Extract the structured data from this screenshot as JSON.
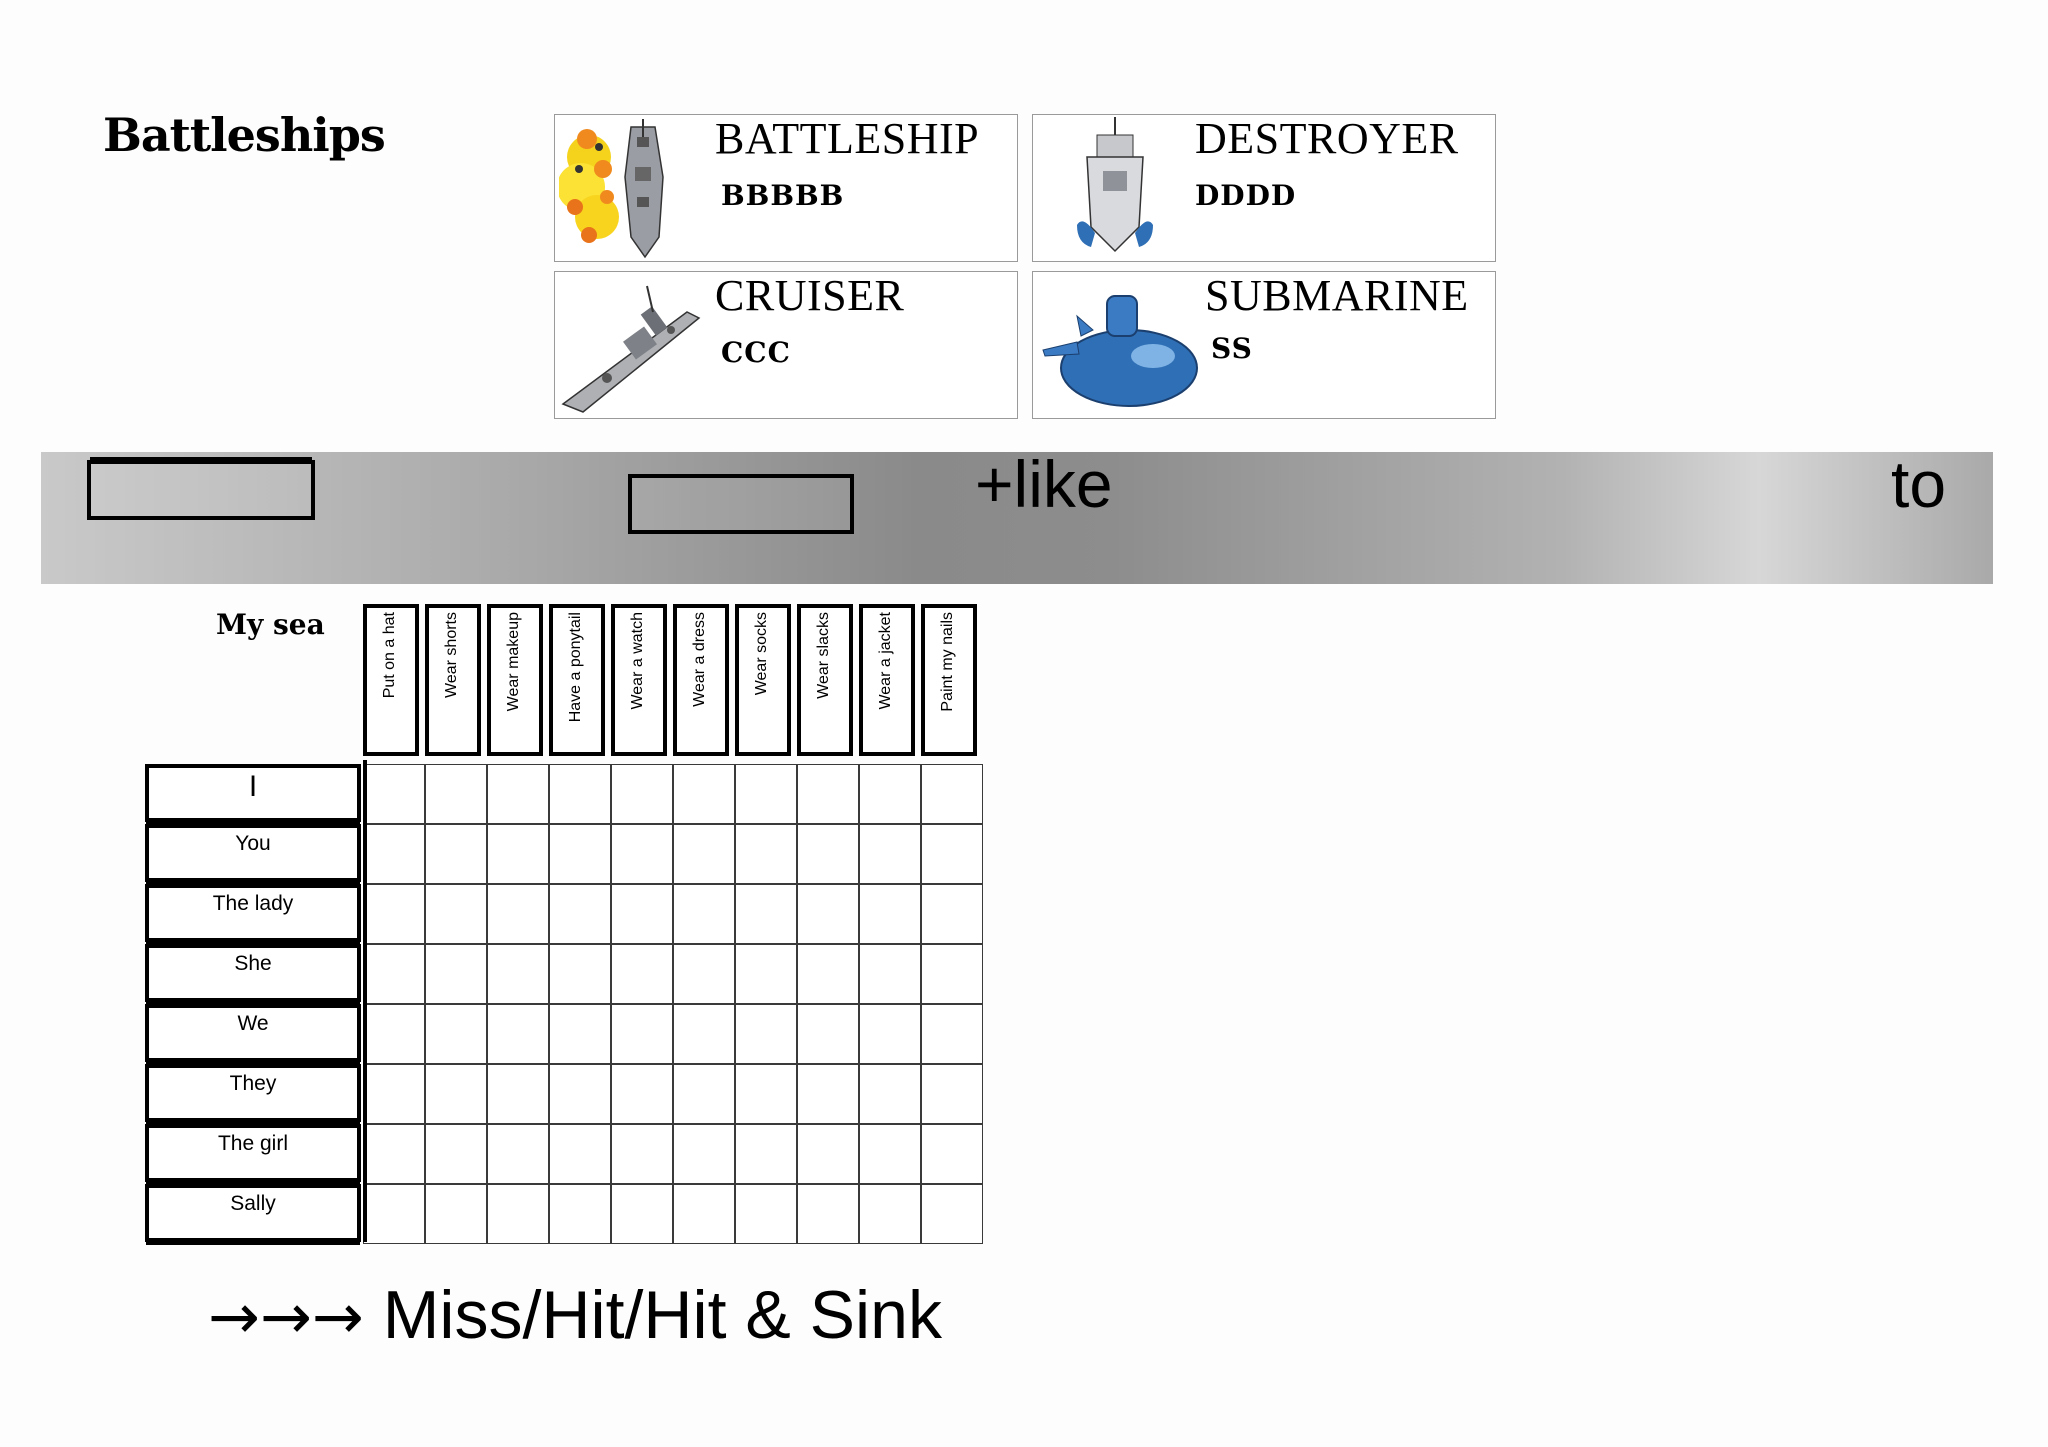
{
  "title": "Battleships",
  "ships": [
    {
      "name": "BATTLESHIP",
      "code": "BBBBB",
      "icon": "battleship-icon"
    },
    {
      "name": "DESTROYER",
      "code": "DDDD",
      "icon": "destroyer-icon"
    },
    {
      "name": "CRUISER",
      "code": "CCC",
      "icon": "cruiser-icon"
    },
    {
      "name": "SUBMARINE",
      "code": "SS",
      "icon": "submarine-icon"
    }
  ],
  "band": {
    "like": "+like",
    "to": "to"
  },
  "board": {
    "label": "My sea",
    "columns": [
      "Put on a hat",
      "Wear shorts",
      "Wear makeup",
      "Have a ponytail",
      "Wear a watch",
      "Wear a dress",
      "Wear socks",
      "Wear slacks",
      "Wear a jacket",
      "Paint my nails"
    ],
    "rows": [
      "I",
      "You",
      "The lady",
      "She",
      "We",
      "They",
      "The girl",
      "Sally"
    ]
  },
  "footer": {
    "arrows": "→→→",
    "text": "Miss/Hit/Hit & Sink"
  },
  "colors": {
    "band_dark": "#8a8a8a",
    "band_light": "#d7d7d7",
    "sub_blue": "#2f6fb5",
    "fire": "#f08a1e"
  }
}
